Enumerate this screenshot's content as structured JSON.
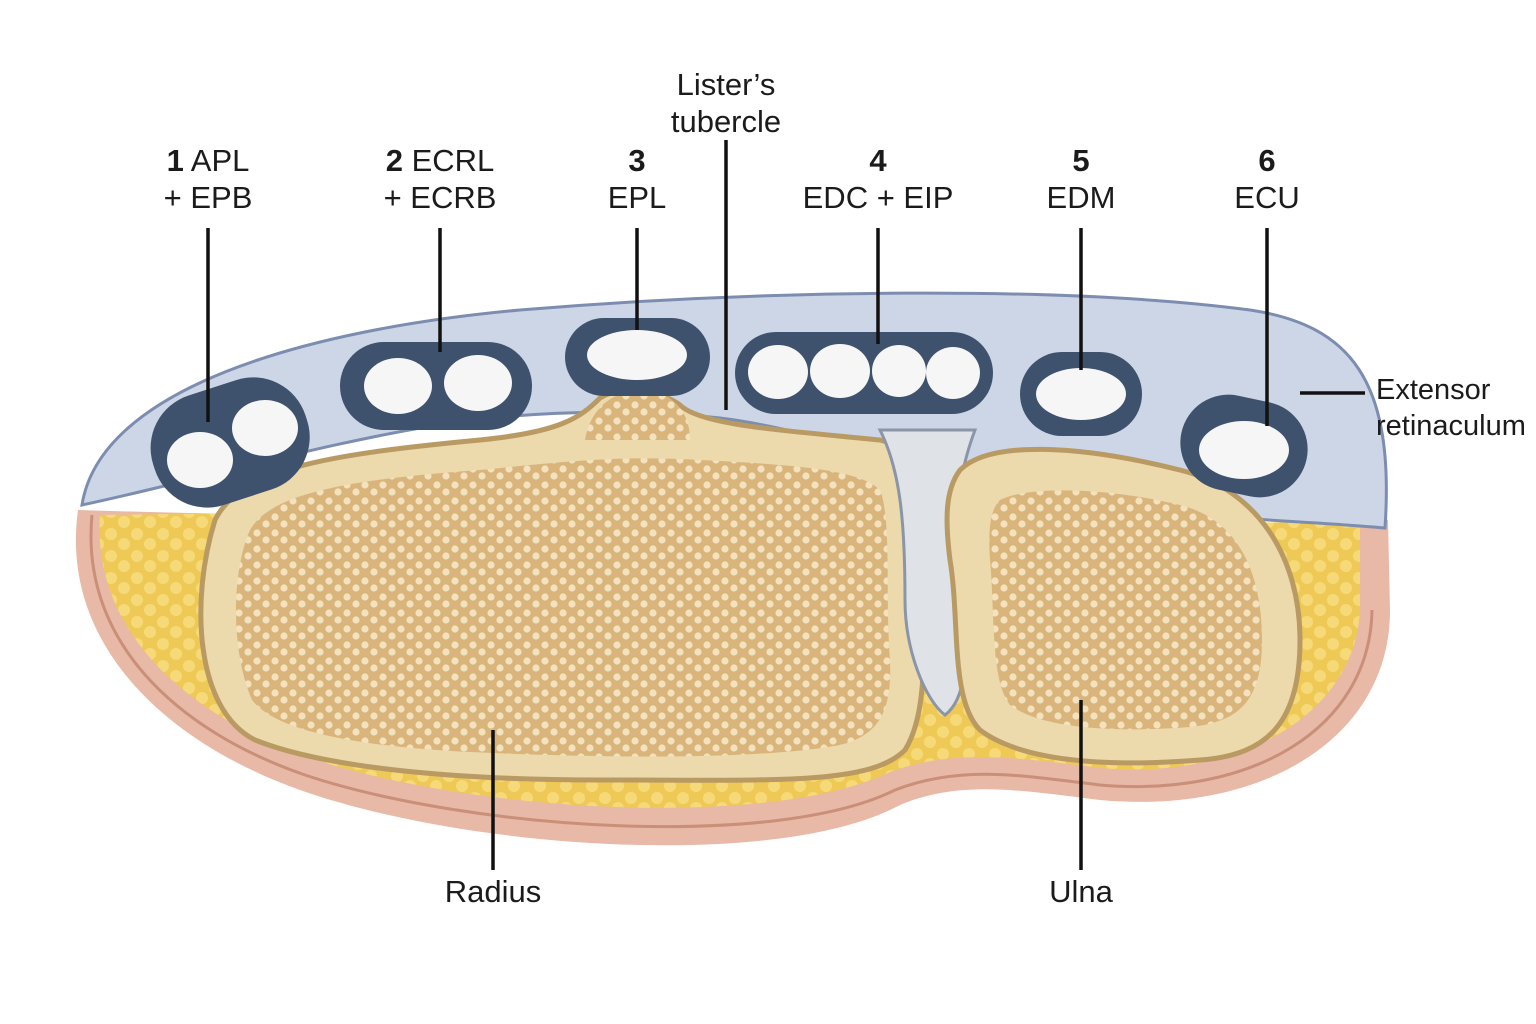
{
  "colors": {
    "skin": "#e8b9a6",
    "skin_line": "#c98f79",
    "fat": "#efc955",
    "fat_cell": "#f7dd7f",
    "bone_cortex": "#ecd9ac",
    "bone_outline": "#b99a62",
    "cancellous": "#d9b57c",
    "cancellous_hole": "#f3e2bd",
    "retinaculum": "#cdd6e6",
    "retinaculum_edge": "#7c8db0",
    "sheath": "#3f526d",
    "tendon": "#f6f6f6",
    "joint": "#dfe3e8",
    "line": "#111111"
  },
  "labels": {
    "c1_num": "1",
    "c1_line1": "APL",
    "c1_line2": "+ EPB",
    "c2_num": "2",
    "c2_line1": "ECRL",
    "c2_line2": "+ ECRB",
    "c3_num": "3",
    "c3_line2": "EPL",
    "c4_num": "4",
    "c4_line2": "EDC + EIP",
    "c5_num": "5",
    "c5_line2": "EDM",
    "c6_num": "6",
    "c6_line2": "ECU",
    "listers_line1": "Lister’s",
    "listers_line2": "tubercle",
    "retinaculum_line1": "Extensor",
    "retinaculum_line2": "retinaculum",
    "radius": "Radius",
    "ulna": "Ulna"
  }
}
